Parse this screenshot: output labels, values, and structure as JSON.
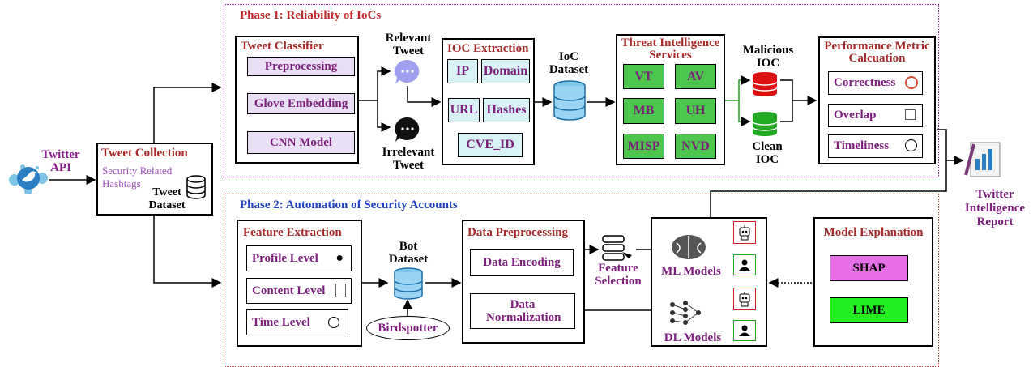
{
  "twitter_api": "Twitter API",
  "tweet_collection": {
    "title": "Tweet Collection",
    "subtitle": "Security Related Hashtags",
    "dataset": "Tweet Dataset"
  },
  "phase1": {
    "title": "Phase 1: Reliability of IoCs",
    "tweet_classifier": {
      "title": "Tweet Classifier",
      "steps": [
        "Preprocessing",
        "Glove Embedding",
        "CNN Model"
      ]
    },
    "relevant_tweet": "Relevant Tweet",
    "irrelevant_tweet": "Irrelevant Tweet",
    "ioc_extraction": {
      "title": "IOC Extraction",
      "items": [
        "IP",
        "Domain",
        "URL",
        "Hashes",
        "CVE_ID"
      ]
    },
    "ioc_dataset": "IoC Dataset",
    "threat_intel": {
      "title": "Threat Intelligence Services",
      "items": [
        "VT",
        "AV",
        "MB",
        "UH",
        "MISP",
        "NVD"
      ]
    },
    "malicious_ioc": "Malicious IOC",
    "clean_ioc": "Clean IOC",
    "performance": {
      "title": "Performance Metric Calcuation",
      "items": [
        "Correctness",
        "Overlap",
        "Timeliness"
      ]
    }
  },
  "phase2": {
    "title": "Phase 2: Automation of Security Accounts",
    "feature_extraction": {
      "title": "Feature Extraction",
      "items": [
        "Profile Level",
        "Content Level",
        "Time Level"
      ]
    },
    "bot_dataset": "Bot Dataset",
    "birdspotter": "Birdspotter",
    "data_preprocessing": {
      "title": "Data Preprocessing",
      "items": [
        "Data Encoding",
        "Data Normalization"
      ]
    },
    "feature_selection": "Feature Selection",
    "ml_models": "ML Models",
    "dl_models": "DL Models",
    "model_explanation": {
      "title": "Model Explanation",
      "items": [
        "SHAP",
        "LIME"
      ]
    }
  },
  "report": "Twitter Intelligence Report",
  "colors": {
    "phase1_border": "#a020a0",
    "phase2_border": "#d04040",
    "title_red": "#a52a2a",
    "phase2_title": "#1f3fbf",
    "label_purple": "#7b1f7b",
    "shap": "#e66ee6",
    "lime": "#22ee22",
    "malicious": "#dd1111",
    "clean": "#22aa22"
  }
}
